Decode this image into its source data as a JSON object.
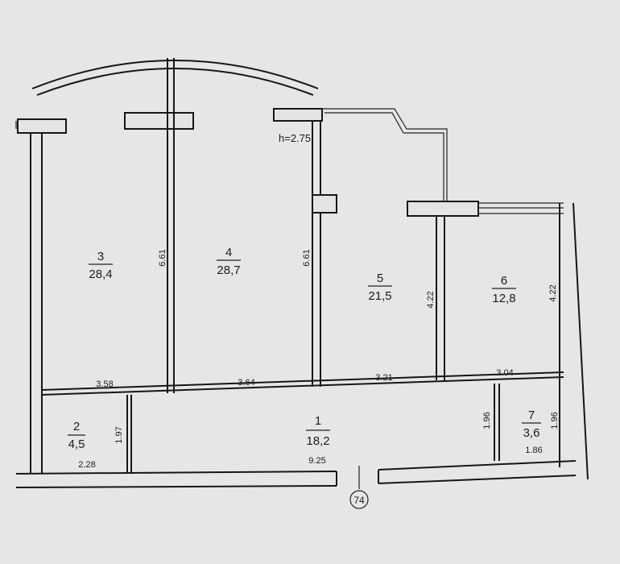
{
  "plan": {
    "ceiling_height": "h=2.75",
    "apartment_number": "74",
    "rooms": [
      {
        "number": "1",
        "area": "18,2"
      },
      {
        "number": "2",
        "area": "4,5"
      },
      {
        "number": "3",
        "area": "28,4"
      },
      {
        "number": "4",
        "area": "28,7"
      },
      {
        "number": "5",
        "area": "21,5"
      },
      {
        "number": "6",
        "area": "12,8"
      },
      {
        "number": "7",
        "area": "3,6"
      }
    ],
    "dimensions": {
      "room3_width": "3.58",
      "room3_depth": "6.61",
      "room4_width": "3.64",
      "room4_depth": "6.61",
      "room5_width": "3.21",
      "room5_depth": "4.22",
      "room6_width": "3.04",
      "room6_depth": "4.22",
      "room2_width": "2.28",
      "room2_depth": "1.97",
      "room1_width": "9.25",
      "room7_width": "1.86",
      "room7_depth_left": "1.96",
      "room7_depth_right": "1.96"
    }
  }
}
